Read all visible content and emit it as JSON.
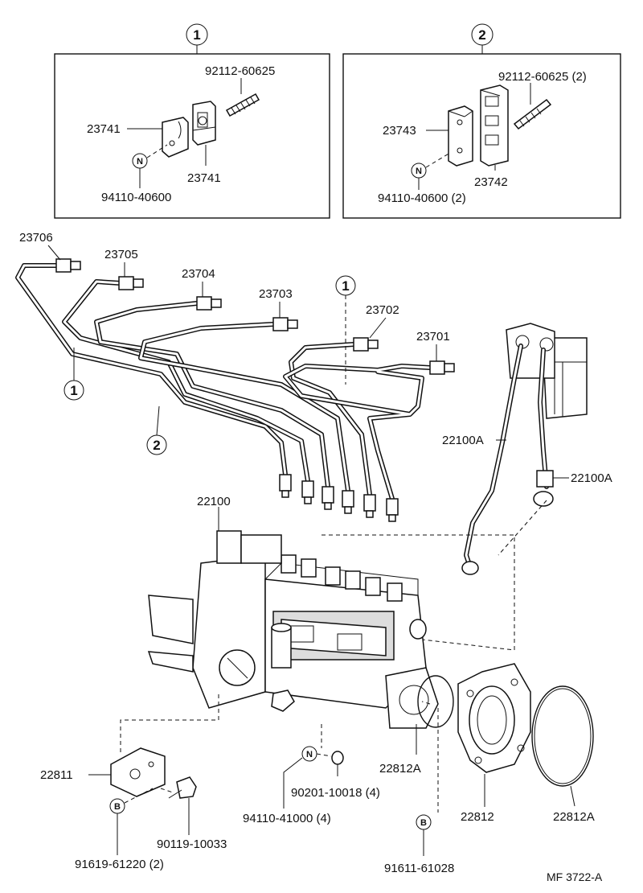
{
  "detail_1": {
    "number": "1",
    "stud": "92112-60625",
    "clamp_a": "23741",
    "clamp_b": "23741",
    "nut_badge": "N",
    "nut": "94110-40600"
  },
  "detail_2": {
    "number": "2",
    "stud": "92112-60625 (2)",
    "clamp_a": "23743",
    "clamp_b": "23742",
    "nut_badge": "N",
    "nut": "94110-40600 (2)"
  },
  "pipes": {
    "p23706": "23706",
    "p23705": "23705",
    "p23704": "23704",
    "p23703": "23703",
    "p23702": "23702",
    "p23701": "23701",
    "ref_1_top": "1",
    "ref_1_left": "1",
    "ref_2_left": "2"
  },
  "pump": {
    "assembly": "22100",
    "hose_upper": "22100A",
    "hose_right": "22100A"
  },
  "lower": {
    "bracket": "22811",
    "bolt": "90119-10033",
    "b_badge_left": "B",
    "bracket_bolt": "91619-61220 (2)",
    "n_badge": "N",
    "nut": "94110-41000 (4)",
    "washer": "90201-10018 (4)",
    "oring_a": "22812A",
    "b_badge_right": "B",
    "bolt_b": "91611-61028",
    "cover": "22812",
    "oring_b": "22812A"
  },
  "figure_code": "MF  3722-A"
}
